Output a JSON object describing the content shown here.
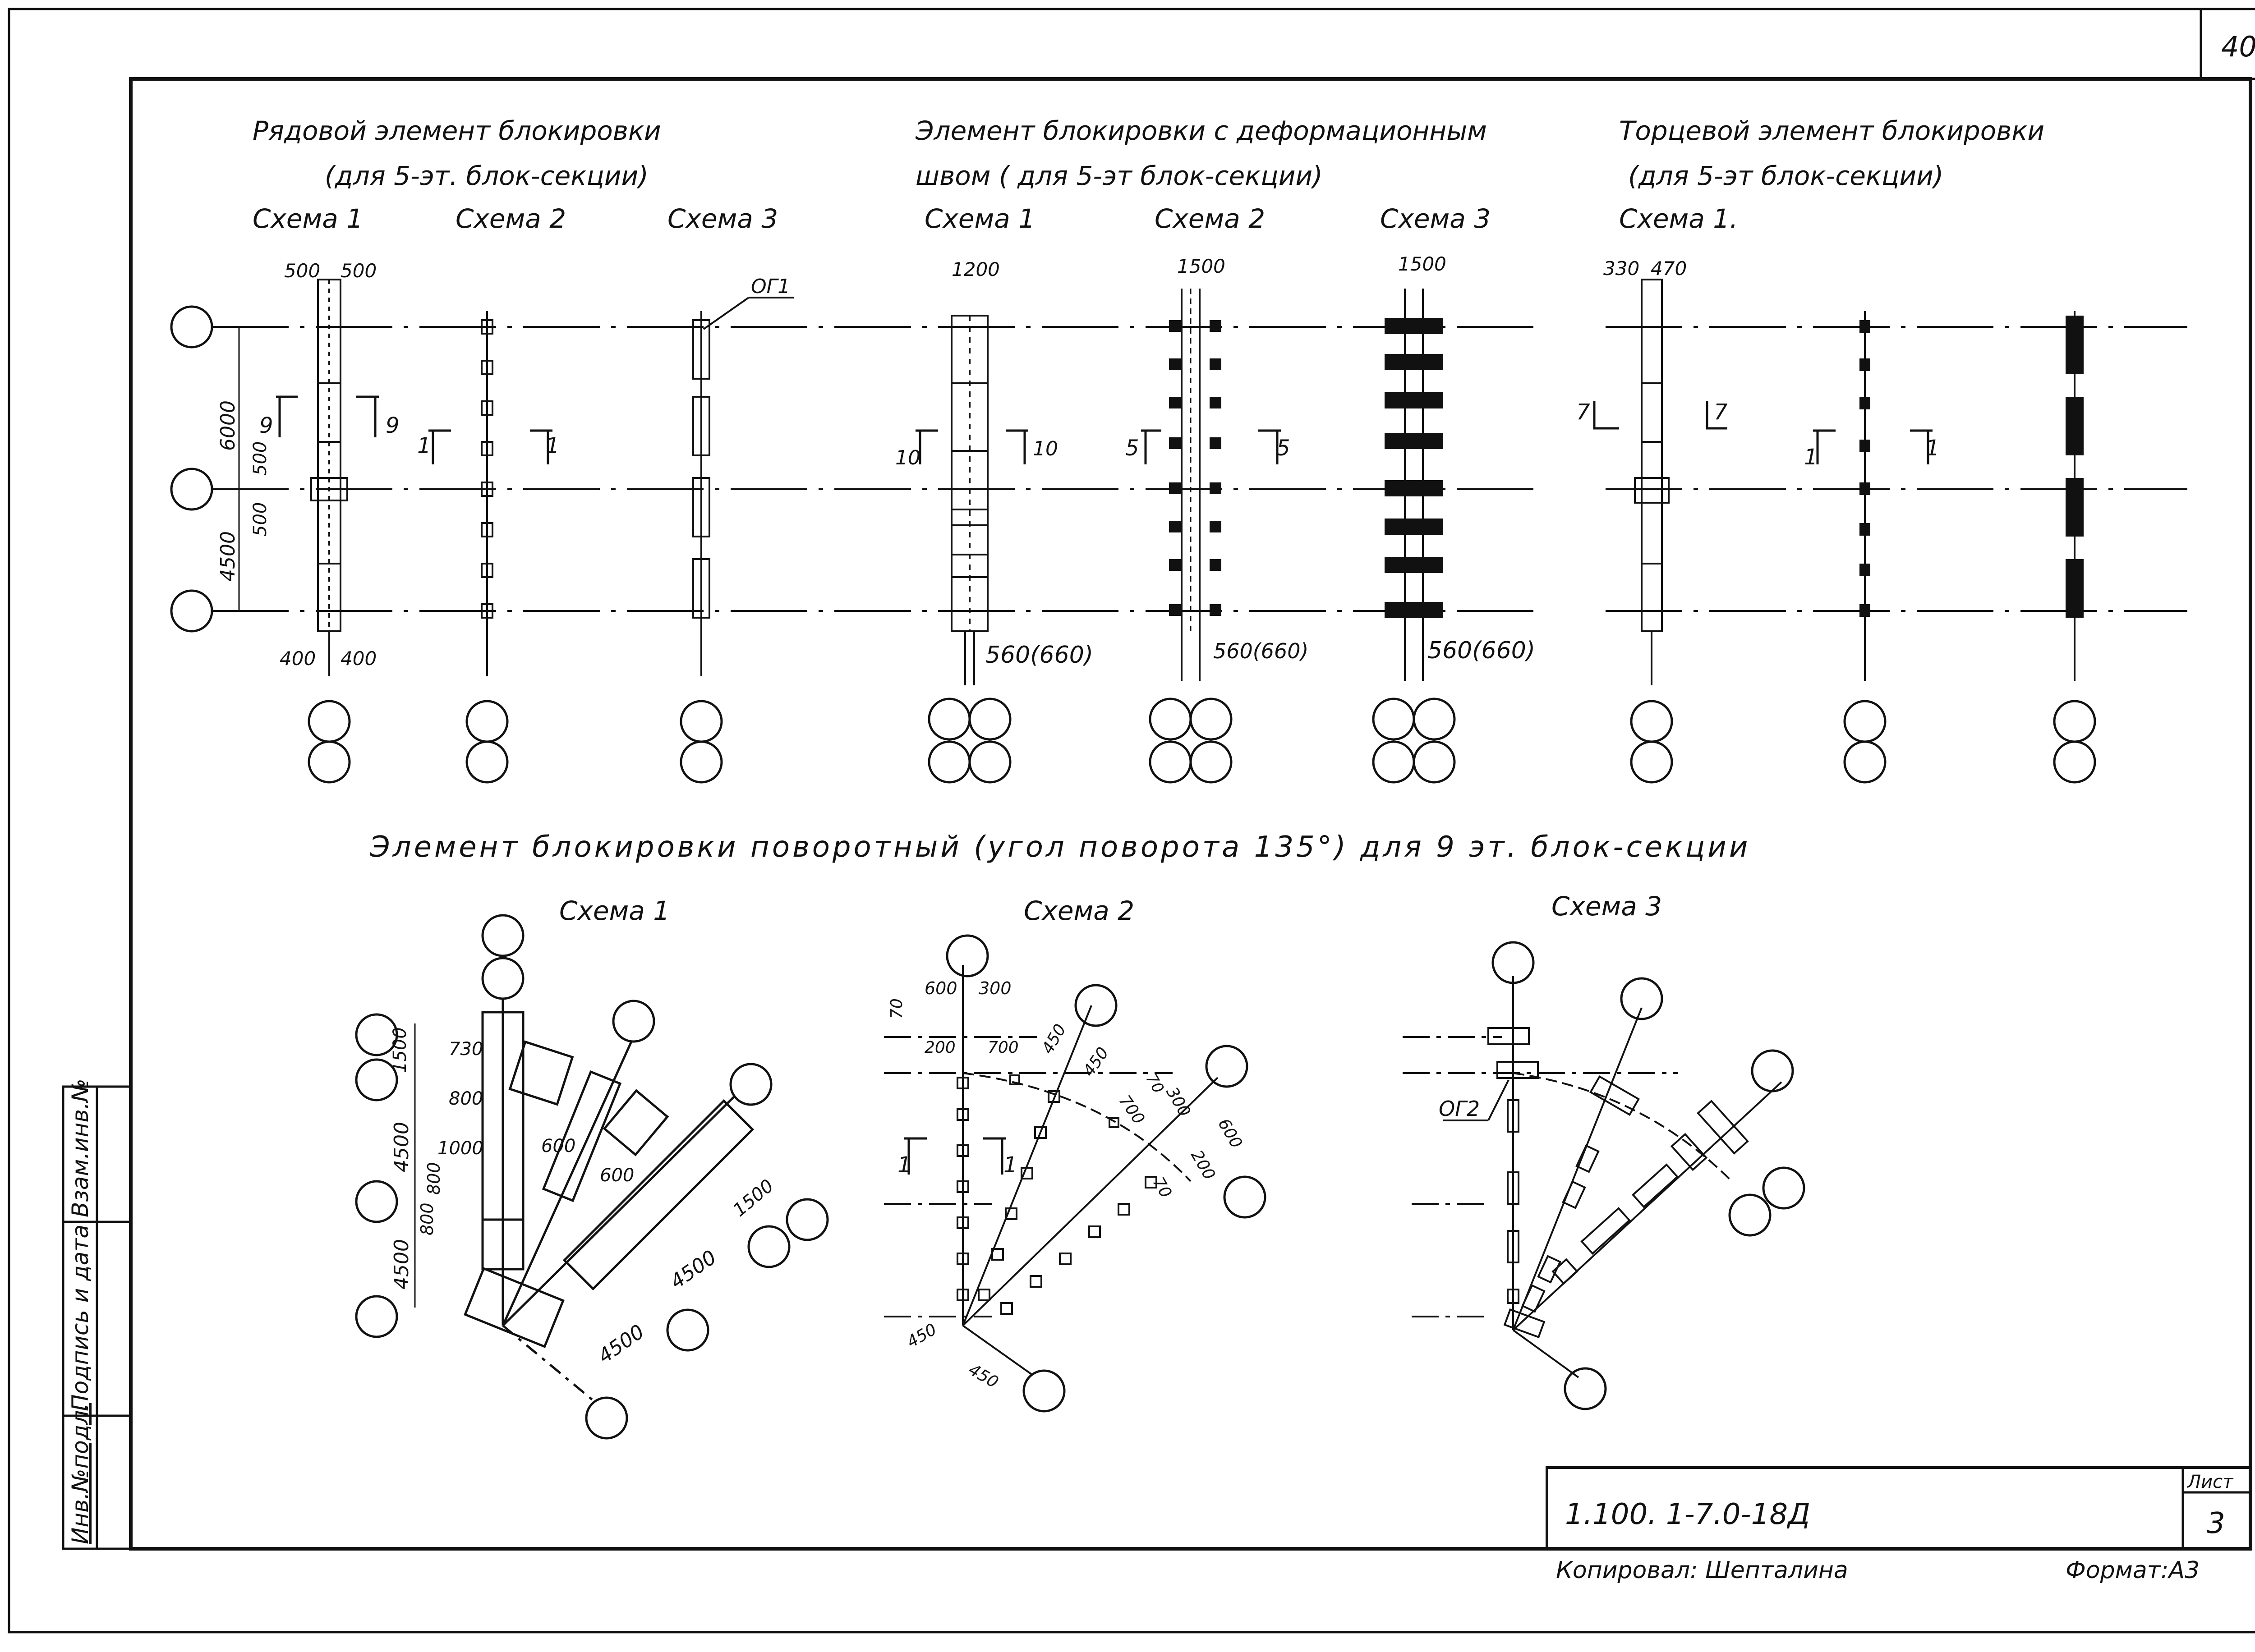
{
  "sheet": {
    "page_number": "40",
    "stamp": {
      "col1": "Инв.№подл.",
      "col2": "Подпись и дата",
      "col3": "Взам.инв.№"
    },
    "title_block": {
      "code": "1.100. 1-7.0-18Д",
      "sheet_label": "Лист",
      "sheet_number": "3",
      "copied_by": "Копировал: Шепталина",
      "format": "Формат:А3"
    }
  },
  "groups": {
    "row_element": {
      "title_line1": "Рядовой элемент блокировки",
      "title_line2": "(для 5-эт. блок-секции)",
      "schemes": [
        "Схема 1",
        "Схема 2",
        "Схема 3"
      ],
      "dims": {
        "top_left": "500",
        "top_right": "500",
        "axis_span_1": "6000",
        "axis_span_2": "4500",
        "joint_up": "500",
        "joint_down": "500",
        "bottom_left": "400",
        "bottom_right": "400",
        "panel_label": "ОГ1",
        "cut_9": "9",
        "cut_1": "1"
      }
    },
    "deformation_element": {
      "title_line1": "Элемент блокировки с деформационным",
      "title_line2": "швом ( для 5-эт блок-секции)",
      "schemes": [
        "Схема 1",
        "Схема 2",
        "Схема 3"
      ],
      "dims": {
        "width_1": "1200",
        "width_2": "1500",
        "width_3": "1500",
        "gap": "560(660)",
        "cut_10": "10",
        "cut_5": "5"
      }
    },
    "end_element": {
      "title_line1": "Торцевой элемент блокировки",
      "title_line2": "(для 5-эт блок-секции)",
      "scheme": "Схема 1.",
      "dims": {
        "left": "330",
        "right": "470",
        "cut_7": "7",
        "cut_1": "1"
      }
    },
    "turn_element": {
      "title": "Элемент блокировки поворотный (угол поворота 135°) для 9 эт. блок-секции",
      "schemes": [
        "Схема 1",
        "Схема 2",
        "Схема 3"
      ],
      "dims_s1": [
        "1500",
        "730",
        "800",
        "4500",
        "1000",
        "800",
        "800",
        "4500",
        "600",
        "600",
        "4500",
        "4500",
        "1500"
      ],
      "dims_s2": [
        "70",
        "600",
        "300",
        "200",
        "700",
        "450",
        "450",
        "700",
        "70",
        "300",
        "600",
        "200",
        "70",
        "450",
        "450"
      ],
      "cut_1": "1",
      "panel_label": "ОГ2"
    }
  }
}
